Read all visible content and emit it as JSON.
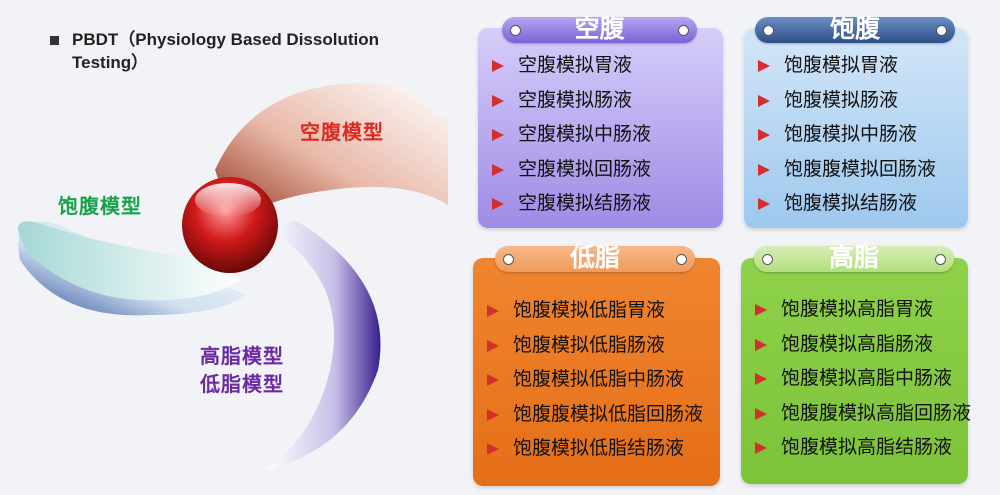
{
  "header": {
    "text": "PBDT（Physiology Based Dissolution Testing）"
  },
  "wheel": {
    "fasted_label": "空腹模型",
    "fed_label": "饱腹模型",
    "high_fat_label": "高脂模型",
    "low_fat_label": "低脂模型"
  },
  "panels": {
    "fasted": {
      "title": "空腹",
      "items": [
        "空腹模拟胃液",
        "空腹模拟肠液",
        "空腹模拟中肠液",
        "空腹模拟回肠液",
        "空腹模拟结肠液"
      ]
    },
    "fed": {
      "title": "饱腹",
      "items": [
        "饱腹模拟胃液",
        "饱腹模拟肠液",
        "饱腹模拟中肠液",
        "饱腹腹模拟回肠液",
        "饱腹模拟结肠液"
      ]
    },
    "low_fat": {
      "title": "低脂",
      "items": [
        "饱腹模拟低脂胃液",
        "饱腹模拟低脂肠液",
        "饱腹模拟低脂中肠液",
        "饱腹腹模拟低脂回肠液",
        "饱腹模拟低脂结肠液"
      ]
    },
    "high_fat": {
      "title": "高脂",
      "items": [
        "饱腹模拟高脂胃液",
        "饱腹模拟高脂肠液",
        "饱腹模拟高脂中肠液",
        "饱腹腹模拟高脂回肠液",
        "饱腹模拟高脂结肠液"
      ]
    }
  },
  "colors": {
    "fasted": "#d92b22",
    "fed": "#16a34a",
    "fat": "#6a2aa1",
    "arrow": "#d32f2f"
  }
}
